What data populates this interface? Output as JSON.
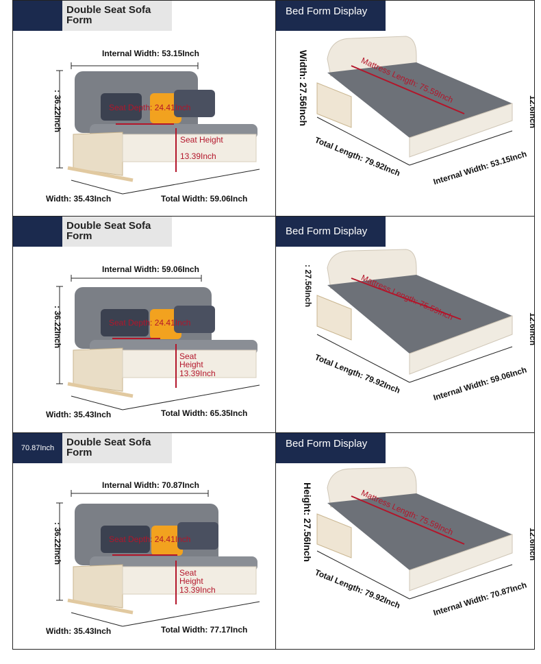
{
  "panels": [
    {
      "sofa": {
        "header_left": "",
        "title": "Double Seat Sofa Form",
        "internal_width": "Internal Width: 53.15Inch",
        "height": ": 36.22Inch",
        "seat_depth": "Seat Depth: 24.41Inch",
        "seat_height_label": "Seat Height",
        "seat_height_value": "13.39Inch",
        "width": "Width: 35.43Inch",
        "total_width": "Total Width: 59.06Inch"
      },
      "bed": {
        "title": "Bed Form Display",
        "side": "Width: 27.56Inch",
        "mattress": "Mattress Length: 75.59Inch",
        "right": "12.6Inch",
        "total_length": "Total Length: 79.92Inch",
        "internal_width": "Internal Width: 53.15Inch"
      }
    },
    {
      "sofa": {
        "header_left": "",
        "title": "Double Seat Sofa Form",
        "internal_width": "Internal Width: 59.06Inch",
        "height": ": 36.22Inch",
        "seat_depth": "Seat Depth: 24.41Inch",
        "seat_height_label": "Seat Height",
        "seat_height_value": "13.39Inch",
        "width": "Width: 35.43Inch",
        "total_width": "Total Width: 65.35Inch"
      },
      "bed": {
        "title": "Bed Form Display",
        "side": ": 27.56Inch",
        "mattress": "Mattress Length: 75.59Inch",
        "right": "12.6Inch",
        "total_length": "Total Length: 79.92Inch",
        "internal_width": "Internal Width: 59.06Inch"
      }
    },
    {
      "sofa": {
        "header_left": "70.87Inch",
        "title": "Double Seat Sofa Form",
        "internal_width": "Internal Width: 70.87Inch",
        "height": ": 36.22Inch",
        "seat_depth": "Seat Depth: 24.41Inch",
        "seat_height_label": "Seat Height",
        "seat_height_value": "13.39Inch",
        "width": "Width: 35.43Inch",
        "total_width": "Total Width: 77.17Inch"
      },
      "bed": {
        "title": "Bed Form Display",
        "side": "Height: 27.56Inch",
        "mattress": "Mattress Length: 75.59Inch",
        "right": "12.6Inch",
        "total_length": "Total Length: 79.92Inch",
        "internal_width": "Internal Width: 70.87Inch"
      }
    }
  ],
  "colors": {
    "navy": "#1b2a4e",
    "header_grey": "#e6e6e6",
    "fabric": "#7b7f86",
    "frame": "#f0ebe1",
    "wood": "#e1c9a0",
    "red_label": "#b3152a"
  }
}
